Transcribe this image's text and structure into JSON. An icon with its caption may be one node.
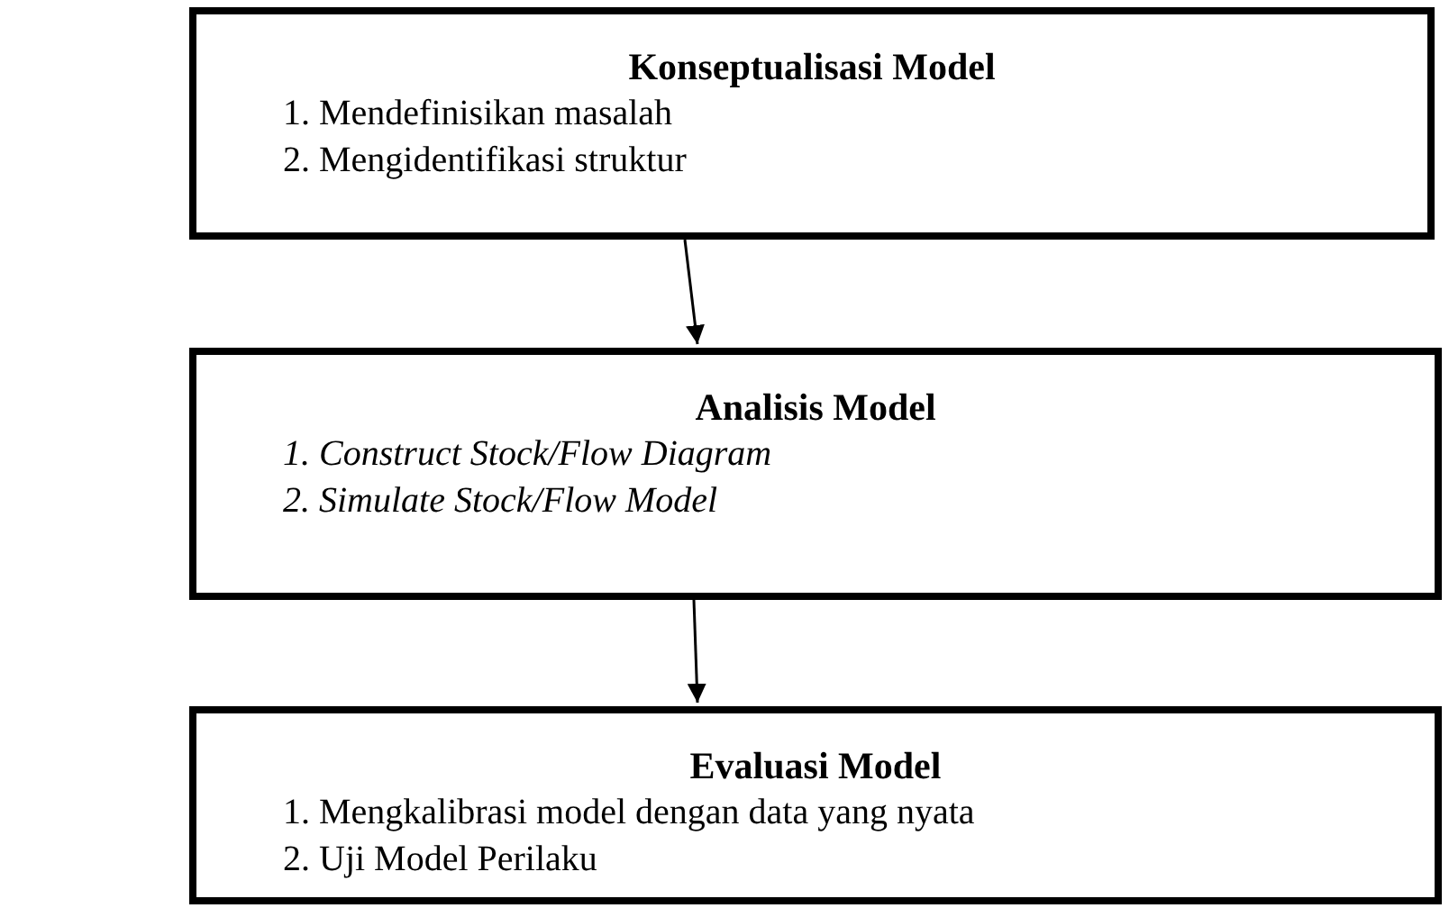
{
  "diagram": {
    "nodes": [
      {
        "text": [
          "Konseptualisasi Model",
          "1. Mendefinisikan masalah",
          "2. Mengidentifikasi struktur"
        ]
      },
      {
        "text": [
          "Analisis Model",
          "1. Construct Stock/Flow Diagram",
          "2. Simulate Stock/Flow Model"
        ]
      },
      {
        "text": [
          "Evaluasi Model",
          "1. Mengkalibrasi model dengan data yang nyata",
          "2. Uji Model Perilaku"
        ]
      }
    ],
    "edges": [
      {
        "from": 0,
        "to": 1,
        "arrow": "to"
      },
      {
        "from": 1,
        "to": 2,
        "arrow": "to"
      }
    ]
  }
}
